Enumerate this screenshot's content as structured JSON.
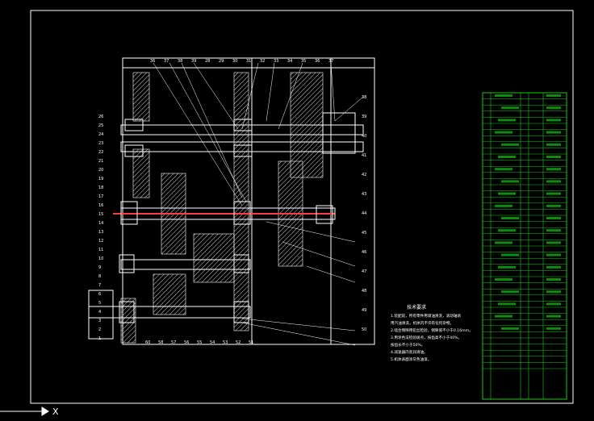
{
  "drawing": {
    "colors": {
      "background": "#000000",
      "line": "#ffffff",
      "hatch": "#cfcfcf",
      "shaft": "#ff3b3b",
      "table": "#19c919",
      "table_fill": "#0b8f0b"
    },
    "notes_title": "技术要求",
    "notes": [
      "1.装配前，所有零件用煤油清洗，滚动轴承",
      "用汽油清洗，机体内不许有任何杂物。",
      "2.啮合侧隙用铅丝检验，侧隙值不小于0.16mm。",
      "3.用涂色法检验斑点，按齿高不小于40%，",
      "按齿长不小于50%。",
      "4.减速器内装润滑油。",
      "5.机体表面涂灰色油漆。"
    ],
    "axis_label": "X",
    "part_numbers_top": [
      "36",
      "37",
      "38",
      "39",
      "28",
      "29",
      "30",
      "31",
      "32",
      "33",
      "34",
      "35",
      "36",
      "37"
    ],
    "part_numbers_left": [
      "26",
      "25",
      "24",
      "23",
      "22",
      "21",
      "20",
      "19",
      "18",
      "17",
      "16",
      "15",
      "14",
      "13",
      "12",
      "11",
      "10",
      "9",
      "8",
      "7",
      "6",
      "5",
      "4",
      "3",
      "2",
      "1"
    ],
    "part_numbers_right": [
      "38",
      "39",
      "40",
      "41",
      "42",
      "43",
      "44",
      "45",
      "46",
      "47",
      "48",
      "49",
      "50"
    ],
    "part_numbers_bottom": [
      "60",
      "58",
      "57",
      "56",
      "55",
      "54",
      "53",
      "52",
      "51"
    ]
  }
}
